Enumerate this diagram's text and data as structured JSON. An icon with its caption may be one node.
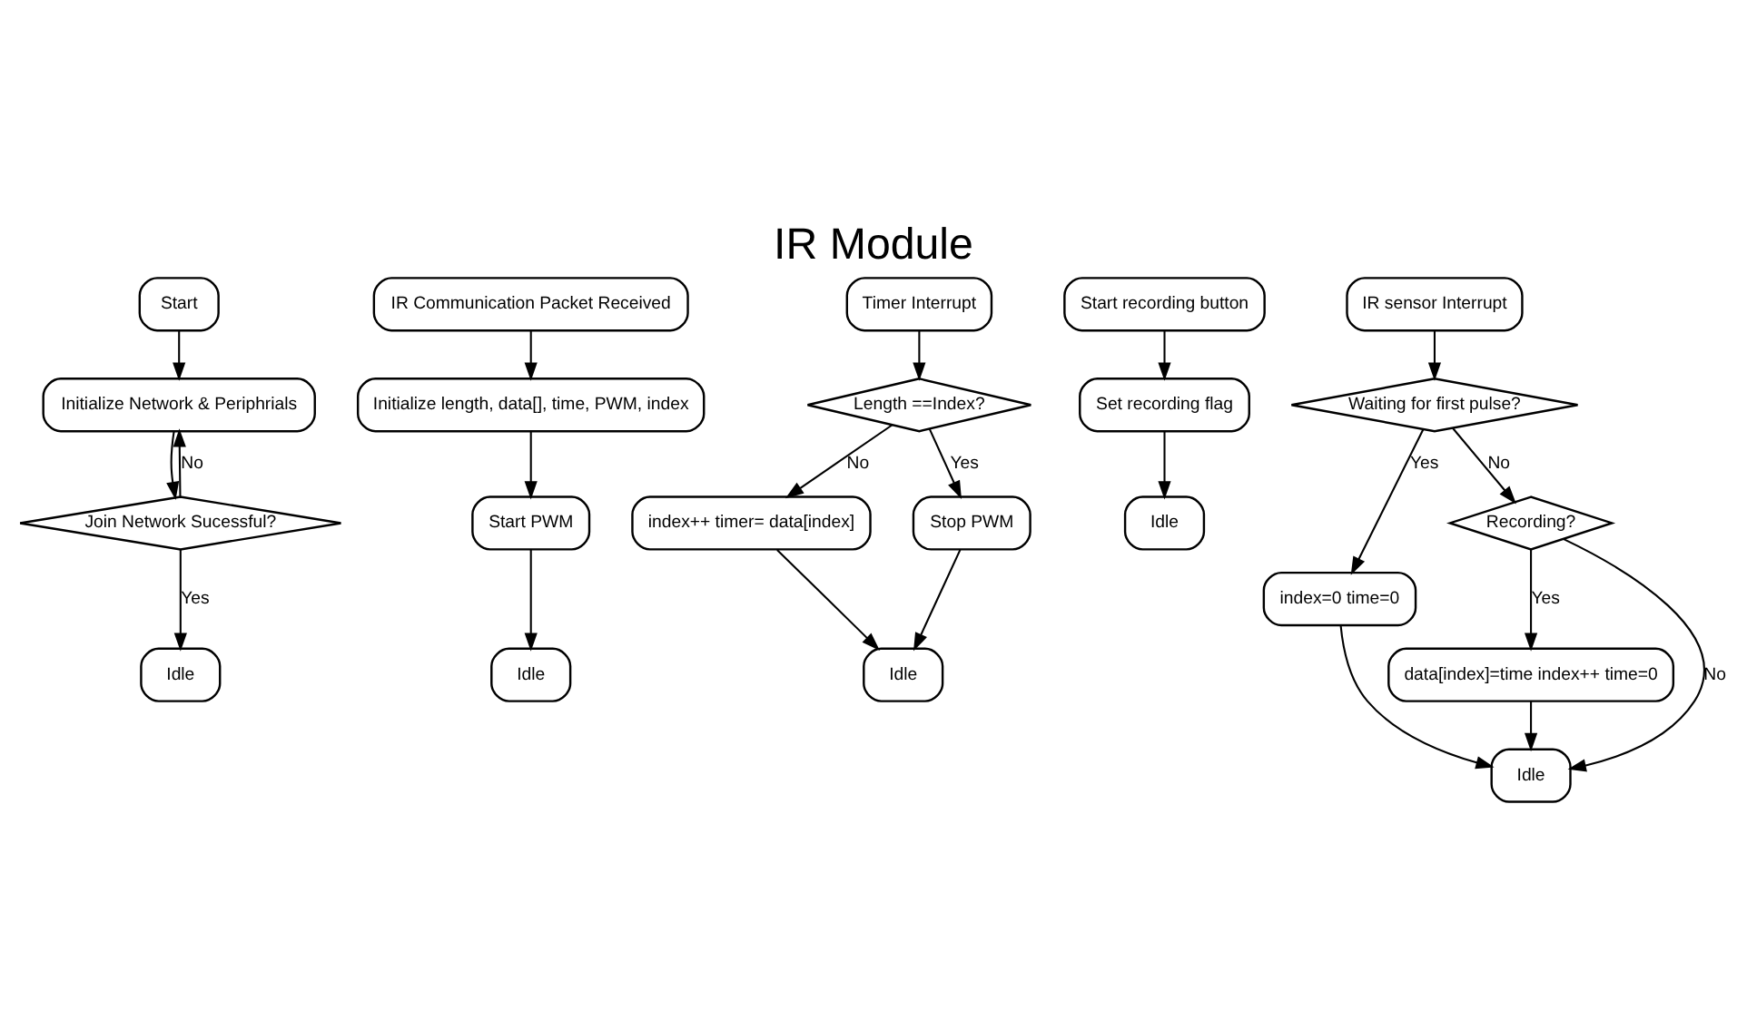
{
  "diagram": {
    "title": "IR Module",
    "nodes": [
      {
        "text": [
          "Start"
        ]
      },
      {
        "text": [
          "Initialize Network & Periphrials"
        ]
      },
      {
        "text": [
          "Join Network Sucessful?"
        ]
      },
      {
        "text": [
          "Idle"
        ]
      },
      {
        "text": [
          "IR Communication Packet Received"
        ]
      },
      {
        "text": [
          "Initialize length, data[], time, PWM, index"
        ]
      },
      {
        "text": [
          "Start PWM"
        ]
      },
      {
        "text": [
          "Idle"
        ]
      },
      {
        "text": [
          "Timer Interrupt"
        ]
      },
      {
        "text": [
          "Length ==Index?"
        ]
      },
      {
        "text": [
          "index++ timer= data[index]"
        ]
      },
      {
        "text": [
          "Stop PWM"
        ]
      },
      {
        "text": [
          "Idle"
        ]
      },
      {
        "text": [
          "Start recording button"
        ]
      },
      {
        "text": [
          "Set recording flag"
        ]
      },
      {
        "text": [
          "Idle"
        ]
      },
      {
        "text": [
          "IR sensor Interrupt"
        ]
      },
      {
        "text": [
          "Waiting for first pulse?"
        ]
      },
      {
        "text": [
          "index=0 time=0"
        ]
      },
      {
        "text": [
          "Recording?"
        ]
      },
      {
        "text": [
          "data[index]=time index++ time=0"
        ]
      },
      {
        "text": [
          "Idle"
        ]
      }
    ],
    "edges": [
      {
        "from": 0,
        "to": 1,
        "arrow": "to"
      },
      {
        "from": 1,
        "to": 2,
        "arrow": "to"
      },
      {
        "from": 2,
        "to": 1,
        "arrow": "to",
        "label": "No"
      },
      {
        "from": 2,
        "to": 3,
        "arrow": "to",
        "label": "Yes"
      },
      {
        "from": 4,
        "to": 5,
        "arrow": "to"
      },
      {
        "from": 5,
        "to": 6,
        "arrow": "to"
      },
      {
        "from": 6,
        "to": 7,
        "arrow": "to"
      },
      {
        "from": 8,
        "to": 9,
        "arrow": "to"
      },
      {
        "from": 9,
        "to": 10,
        "arrow": "to",
        "label": "No"
      },
      {
        "from": 9,
        "to": 11,
        "arrow": "to",
        "label": "Yes"
      },
      {
        "from": 10,
        "to": 12,
        "arrow": "to"
      },
      {
        "from": 11,
        "to": 12,
        "arrow": "to"
      },
      {
        "from": 13,
        "to": 14,
        "arrow": "to"
      },
      {
        "from": 14,
        "to": 15,
        "arrow": "to"
      },
      {
        "from": 16,
        "to": 17,
        "arrow": "to"
      },
      {
        "from": 17,
        "to": 18,
        "arrow": "to",
        "label": "Yes"
      },
      {
        "from": 17,
        "to": 19,
        "arrow": "to",
        "label": "No"
      },
      {
        "from": 18,
        "to": 21,
        "arrow": "to"
      },
      {
        "from": 19,
        "to": 21,
        "arrow": "to",
        "label": "No"
      },
      {
        "from": 19,
        "to": 20,
        "arrow": "to",
        "label": "Yes"
      },
      {
        "from": 20,
        "to": 21,
        "arrow": "to"
      }
    ]
  }
}
